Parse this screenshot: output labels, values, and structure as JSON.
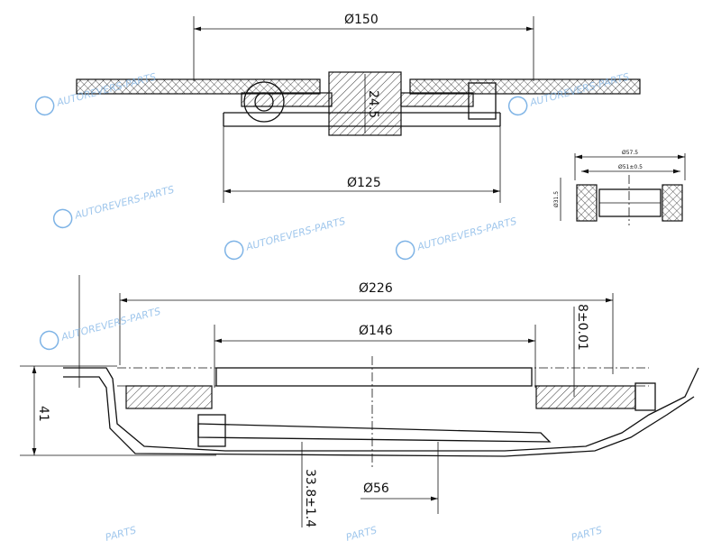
{
  "top_view": {
    "dim_outer_diameter": "Ø150",
    "dim_hub_height": "24.5",
    "dim_inner_diameter": "Ø125"
  },
  "bearing_detail": {
    "dim_outer": "Ø57.5",
    "dim_inner": "Ø51±0.5",
    "dim_side": "Ø31.5"
  },
  "section_view": {
    "dim_outer_diameter": "Ø226",
    "dim_pitch_diameter": "Ø146",
    "dim_finger_offset": "8±0.01",
    "dim_height": "41",
    "dim_bearing_height": "33.8±1.4",
    "dim_bore": "Ø56"
  },
  "watermark": {
    "text": "AUTOREVERS-PARTS",
    "short": "PARTS"
  }
}
